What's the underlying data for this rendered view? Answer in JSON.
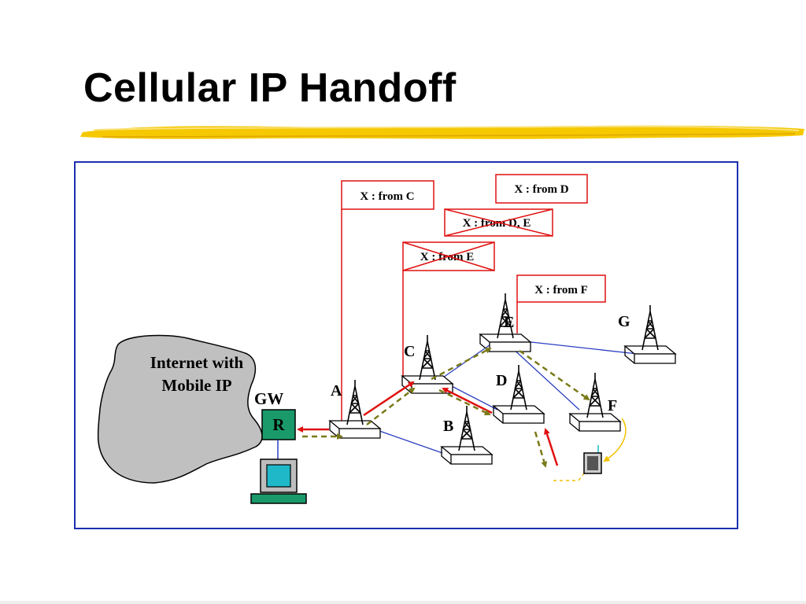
{
  "title": "Cellular IP Handoff",
  "colors": {
    "accent_underline": "#f5c800",
    "frame_border": "#1c2fb0",
    "route_red": "#e01010",
    "path_dashed": "#7a7a18",
    "link_blue": "#2b3fc0",
    "cloud": "#c0c0c0",
    "router": "#1a9a6a"
  },
  "cloud_label": [
    "Internet with",
    "Mobile IP"
  ],
  "gateway": {
    "label": "GW",
    "router_label": "R"
  },
  "nodes": {
    "a": "A",
    "b": "B",
    "c": "C",
    "d": "D",
    "e": "E",
    "f": "F",
    "g": "G"
  },
  "cache_boxes": {
    "from_c": "X : from C",
    "from_d": "X : from D",
    "from_d_e": "X : from D, E",
    "from_e": "X : from E",
    "from_f": "X : from F"
  },
  "icons": [
    "cloud-icon",
    "router-icon",
    "computer-icon",
    "base-station-icon",
    "mobile-host-icon"
  ]
}
